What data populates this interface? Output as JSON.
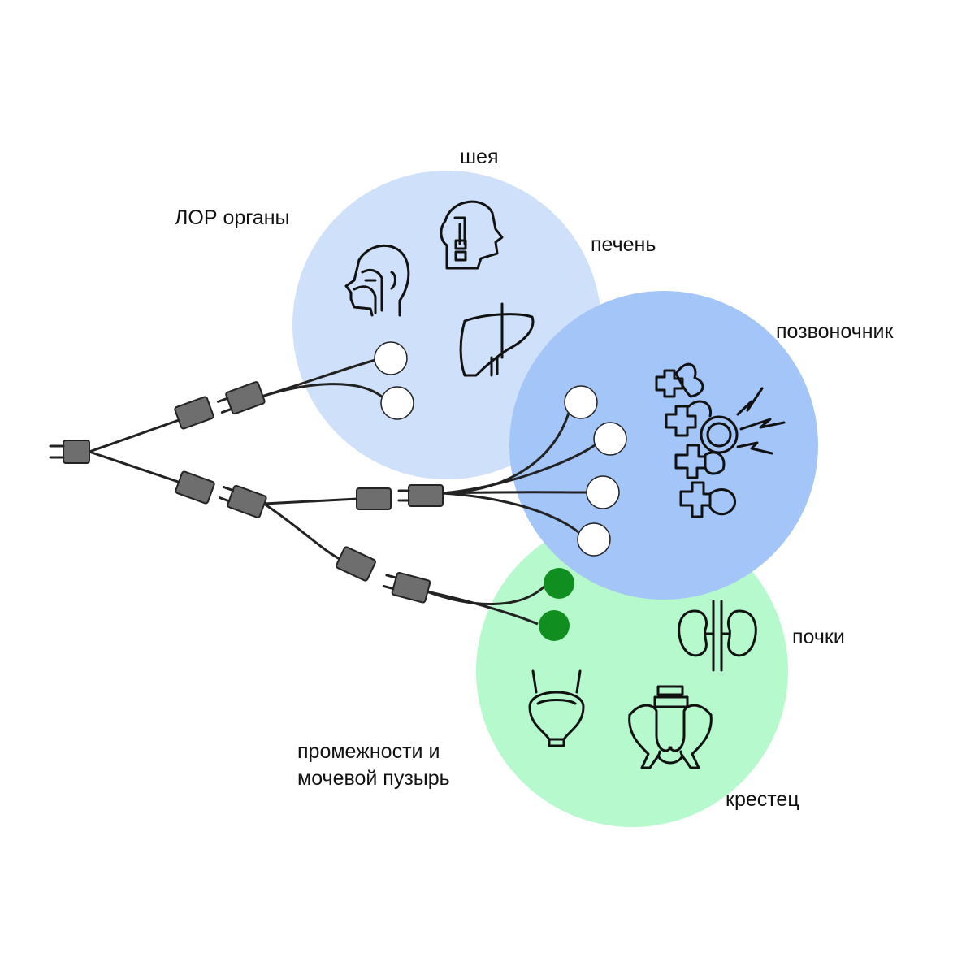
{
  "colors": {
    "zone_upper": "#cfe0fa",
    "zone_spine": "#a3c5f8",
    "zone_lower": "#b6f9cc",
    "electrode_white": "#ffffff",
    "electrode_green": "#118e20",
    "connector": "#6e6e6e",
    "cable": "#222222"
  },
  "labels": {
    "neck": "шея",
    "ent": "ЛОР органы",
    "liver": "печень",
    "spine": "позвоночник",
    "kidneys": "почки",
    "sacrum": "крестец",
    "pelvic_line1": "промежности и",
    "pelvic_line2": "мочевой пузырь"
  },
  "icons": [
    "ent-head-icon",
    "neck-head-icon",
    "liver-icon",
    "spine-pain-icon",
    "kidneys-icon",
    "bladder-icon",
    "pelvis-icon"
  ],
  "zones": [
    {
      "name": "upper-zone",
      "electrodes": 2,
      "electrode_color": "white"
    },
    {
      "name": "spine-zone",
      "electrodes": 4,
      "electrode_color": "white"
    },
    {
      "name": "lower-zone",
      "electrodes": 2,
      "electrode_color": "green"
    }
  ]
}
